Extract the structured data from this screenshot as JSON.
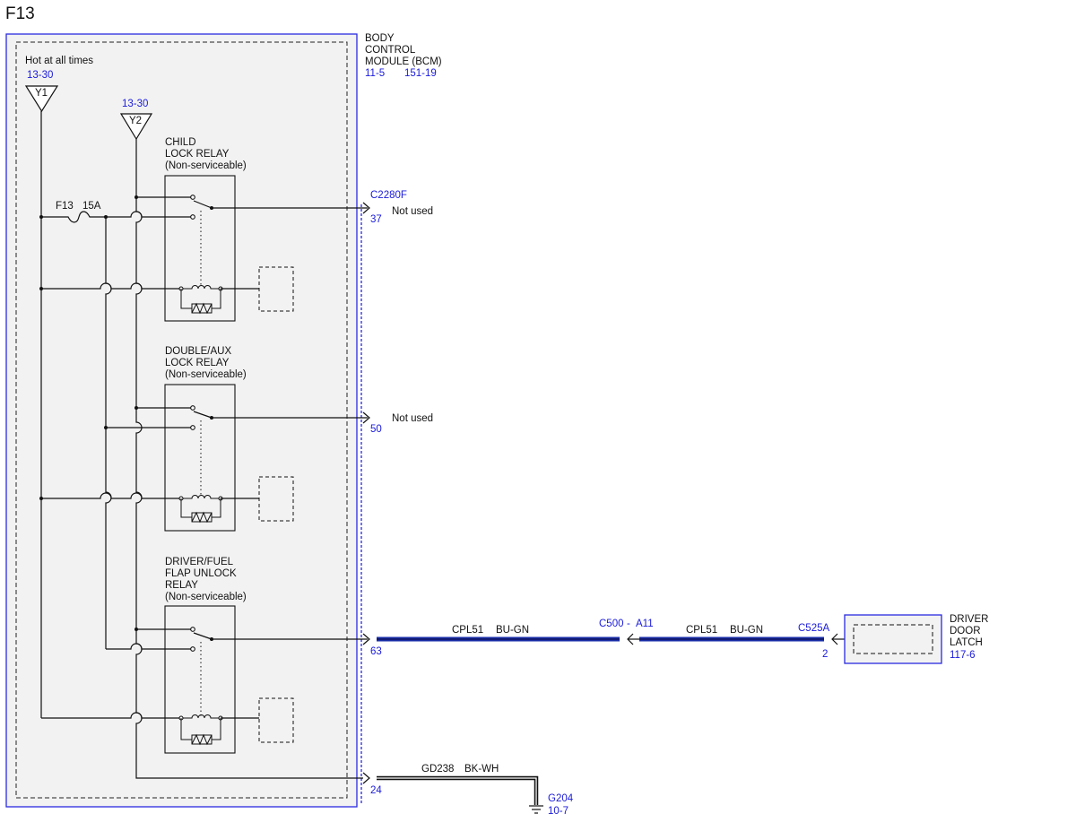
{
  "page": {
    "title": "F13"
  },
  "colors": {
    "wire_blue": "#1a2ea8",
    "label_blue": "#1a1adc",
    "module_border": "#2a2ae0",
    "module_fill": "#f2f2f2"
  },
  "module": {
    "name_lines": [
      "BODY",
      "CONTROL",
      "MODULE (BCM)"
    ],
    "ref_left": "11-5",
    "ref_right": "151-19",
    "hot_label": "Hot at all times"
  },
  "supplies": [
    {
      "id": "Y1",
      "ref": "13-30"
    },
    {
      "id": "Y2",
      "ref": "13-30"
    }
  ],
  "fuse": {
    "name": "F13",
    "rating": "15A"
  },
  "relays": [
    {
      "label_lines": [
        "CHILD",
        "LOCK RELAY",
        "(Non-serviceable)"
      ]
    },
    {
      "label_lines": [
        "DOUBLE/AUX",
        "LOCK RELAY",
        "(Non-serviceable)"
      ]
    },
    {
      "label_lines": [
        "DRIVER/FUEL",
        "FLAP UNLOCK",
        "RELAY",
        "(Non-serviceable)"
      ]
    }
  ],
  "connector": {
    "name": "C2280F"
  },
  "pins": [
    {
      "pin": "37",
      "note": "Not used"
    },
    {
      "pin": "50",
      "note": "Not used"
    },
    {
      "pin": "63"
    },
    {
      "pin": "24"
    }
  ],
  "circuits": {
    "cpl51_a": {
      "circuit": "CPL51",
      "color": "BU-GN"
    },
    "inline": {
      "name": "C500",
      "sep": "-",
      "pin": "A11"
    },
    "cpl51_b": {
      "circuit": "CPL51",
      "color": "BU-GN"
    },
    "latch_connector": {
      "name": "C525A",
      "pin": "2"
    },
    "gd238": {
      "circuit": "GD238",
      "color": "BK-WH"
    }
  },
  "latch": {
    "name_lines": [
      "DRIVER",
      "DOOR",
      "LATCH"
    ],
    "ref": "117-6"
  },
  "ground": {
    "name": "G204",
    "ref": "10-7"
  }
}
